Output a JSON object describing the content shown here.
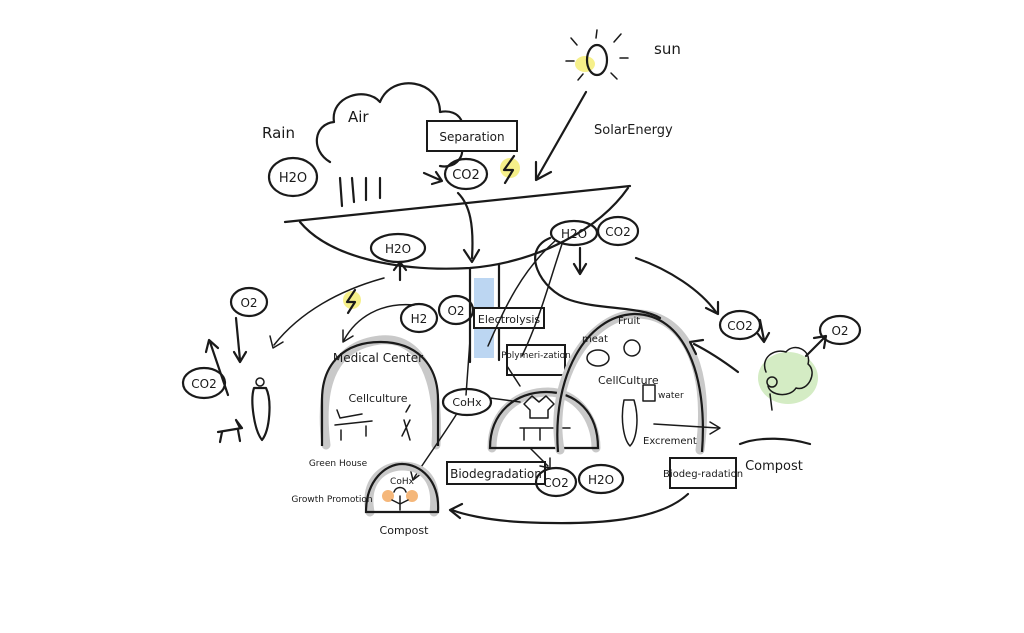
{
  "colors": {
    "ink": "#1a1a1a",
    "water_blue": "#bcd6f2",
    "sun_yellow": "#f6f08a",
    "fruit_orange": "#f5b77a",
    "tree_green": "#d4ecc4",
    "dome_shadow": "#c9c9c9"
  },
  "labels": {
    "sun": "sun",
    "solar_energy": "SolarEnergy",
    "rain": "Rain",
    "air": "Air",
    "separation": "Separation",
    "h2o_rain": "H2O",
    "co2_top": "CO2",
    "h2o_funnel": "H2O",
    "h2o_right": "H2O",
    "co2_right": "CO2",
    "o2_left": "O2",
    "co2_left": "CO2",
    "h2": "H2",
    "o2_center": "O2",
    "electrolysis": "Electrolysis",
    "polymerization": "Polymeri-zation",
    "meat": "meat",
    "fruit": "Fruit",
    "medical_center": "Medical Center",
    "cellculture_left": "Cellculture",
    "cellculture_right": "CellCulture",
    "cohx_center": "CoHx",
    "water": "water",
    "excrement": "Excrement",
    "co2_tree": "CO2",
    "o2_tree": "O2",
    "compost_right": "Compost",
    "greenhouse": "Green House",
    "cohx_greenhouse": "CoHx",
    "growth_promotion": "Growth Promotion",
    "compost_bottom": "Compost",
    "biodegradation_center": "Biodegradation",
    "co2_bottom": "CO2",
    "h2o_bottom": "H2O",
    "biodegradation_right": "Biodeg-radation"
  }
}
